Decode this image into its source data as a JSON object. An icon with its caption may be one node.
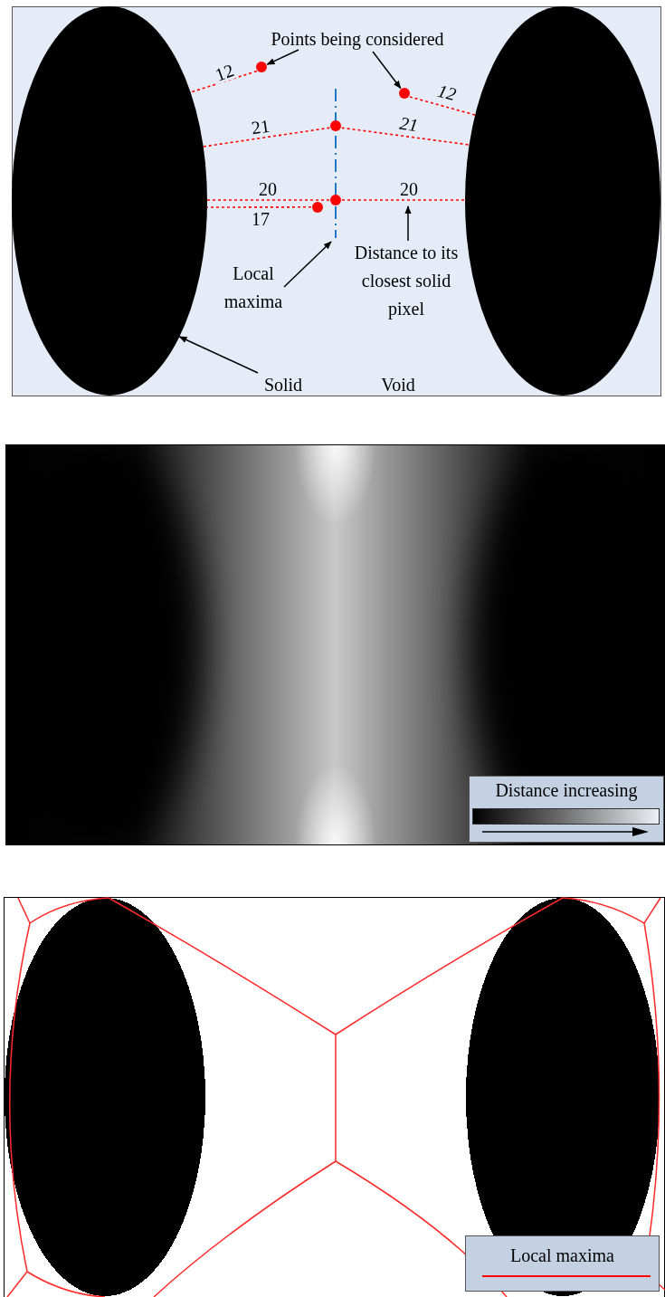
{
  "diagram": {
    "nodes": [
      {
        "text": [
          "Points being considered"
        ]
      },
      {
        "text": [],
        "shape": "ellipse"
      },
      {
        "text": [],
        "shape": "ellipse"
      },
      {
        "text": [],
        "shape": "circle"
      },
      {
        "text": [],
        "shape": "circle"
      },
      {
        "text": [],
        "shape": "circle"
      },
      {
        "text": [],
        "shape": "circle"
      },
      {
        "text": [],
        "shape": "circle"
      },
      {
        "text": [],
        "shape": "line"
      },
      {
        "text": [
          "Local maxima"
        ]
      },
      {
        "text": [
          "Distance to its closest solid pixel"
        ]
      },
      {
        "text": [
          "Solid"
        ]
      }
    ],
    "edges": [
      {
        "from": 0,
        "to": 3,
        "arrow": "to",
        "color": "#000000"
      },
      {
        "from": 0,
        "to": 4,
        "arrow": "to",
        "color": "#000000"
      },
      {
        "from": 3,
        "to": 1,
        "arrow": "none",
        "label": "12",
        "style": "dashed"
      },
      {
        "from": 4,
        "to": 2,
        "arrow": "none",
        "label": "12",
        "style": "dashed"
      },
      {
        "from": 5,
        "to": 1,
        "arrow": "none",
        "label": "21",
        "style": "dashed"
      },
      {
        "from": 5,
        "to": 2,
        "arrow": "none",
        "label": "21",
        "style": "dashed"
      },
      {
        "from": 6,
        "to": 1,
        "arrow": "none",
        "label": "20",
        "style": "dashed"
      },
      {
        "from": 6,
        "to": 2,
        "arrow": "none",
        "label": "20",
        "style": "dashed"
      },
      {
        "from": 7,
        "to": 1,
        "arrow": "none",
        "label": "17",
        "style": "dashed"
      },
      {
        "from": 9,
        "to": 8,
        "arrow": "to",
        "color": "#000000"
      },
      {
        "from": 10,
        "to": null,
        "arrow": "to",
        "color": "#000000"
      },
      {
        "from": 11,
        "to": 1,
        "arrow": "to",
        "color": "#000000"
      }
    ],
    "labels": [
      "Void"
    ],
    "legend": [
      {
        "text": "Distance increasing"
      },
      {
        "text": "Local maxima"
      }
    ]
  }
}
